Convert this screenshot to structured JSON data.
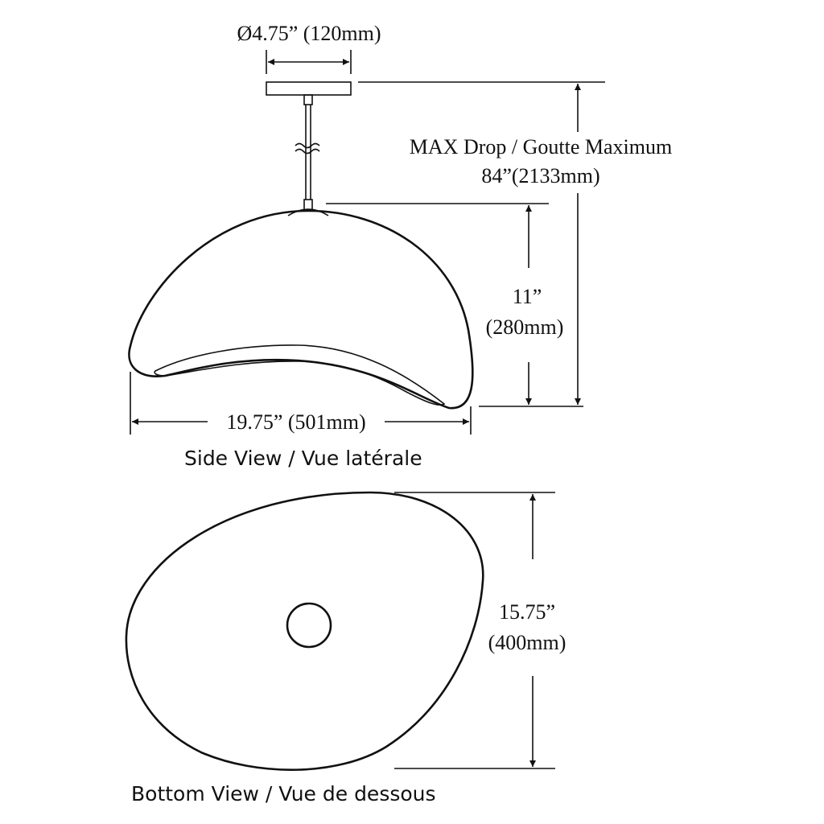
{
  "canopy_dimension": "Ø4.75” (120mm)",
  "max_drop": {
    "line1": "MAX Drop / Goutte Maximum",
    "line2": "84”(2133mm)"
  },
  "height_dimension": {
    "line1": "11”",
    "line2": "(280mm)"
  },
  "width_dimension": "19.75” (501mm)",
  "side_view_label": "Side View / Vue latérale",
  "depth_dimension": {
    "line1": "15.75”",
    "line2": "(400mm)"
  },
  "bottom_view_label": "Bottom View / Vue de dessous"
}
